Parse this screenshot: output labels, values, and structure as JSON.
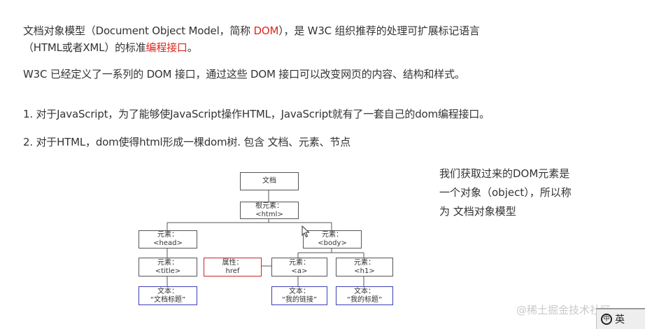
{
  "paragraph1": {
    "part1": "文档对象模型（Document Object Model，简称 ",
    "dom": "DOM",
    "part2": "），是 W3C 组织推荐的处理可扩展标记语言",
    "line2_part1": "（HTML或者XML）的标准",
    "api": "编程接口",
    "line2_part2": "。"
  },
  "paragraph2": "W3C 已经定义了一系列的 DOM 接口，通过这些 DOM 接口可以改变网页的内容、结构和样式。",
  "point1": "1. 对于JavaScript，为了能够使JavaScript操作HTML，JavaScript就有了一套自己的dom编程接口。",
  "point2": "2. 对于HTML，dom使得html形成一棵dom树. 包含 文档、元素、节点",
  "note": [
    "我们获取过来的DOM元素是",
    "一个对象（object），所以称",
    "为 文档对象模型"
  ],
  "tree": {
    "document": "文档",
    "root": [
      "根元素：",
      "<html>"
    ],
    "head": [
      "元素：",
      "<head>"
    ],
    "body": [
      "元素：",
      "<body>"
    ],
    "title": [
      "元素：",
      "<title>"
    ],
    "attr": [
      "属性：",
      "href"
    ],
    "a": [
      "元素：",
      "<a>"
    ],
    "h1": [
      "元素：",
      "<h1>"
    ],
    "text_title": [
      "文本：",
      "“文档标题”"
    ],
    "text_link": [
      "文本：",
      "“我的链接”"
    ],
    "text_h1": [
      "文本：",
      "“我的标题”"
    ]
  },
  "watermark": "@稀土掘金技术社区",
  "widget": {
    "icon_char": "中",
    "label": "英"
  },
  "colors": {
    "accent_red": "#e0261c",
    "node_red": "#c8262e",
    "node_blue": "#3b3fb3"
  }
}
